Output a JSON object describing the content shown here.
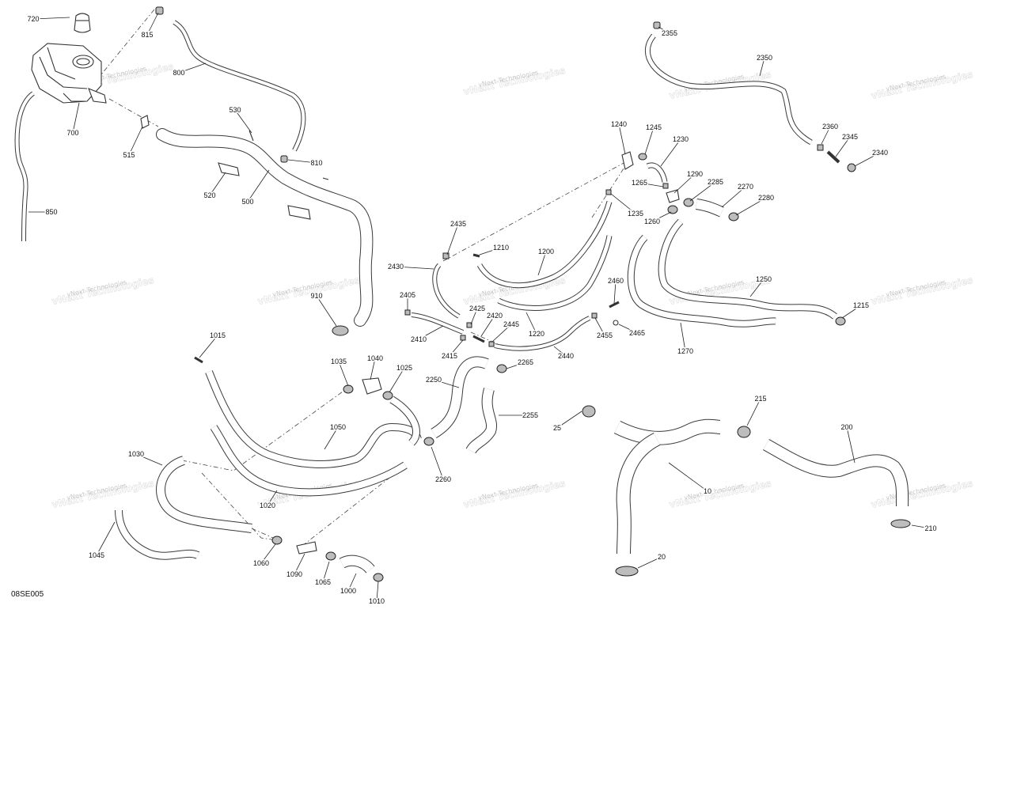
{
  "diagram": {
    "reference_code": "08SE005",
    "watermark": "vNext Technologies",
    "part_numbers": [
      "720",
      "815",
      "800",
      "700",
      "515",
      "530",
      "810",
      "520",
      "500",
      "850",
      "910",
      "1015",
      "1035",
      "1040",
      "1025",
      "1050",
      "1030",
      "1020",
      "1045",
      "1060",
      "1090",
      "1065",
      "1000",
      "1010",
      "2435",
      "1210",
      "1200",
      "2430",
      "2405",
      "2425",
      "2420",
      "2445",
      "2410",
      "2415",
      "1220",
      "2440",
      "2265",
      "2250",
      "2255",
      "2260",
      "2460",
      "2455",
      "2465",
      "1240",
      "1245",
      "1230",
      "1265",
      "1290",
      "2285",
      "2270",
      "2280",
      "1235",
      "1260",
      "1250",
      "1215",
      "1270",
      "2355",
      "2350",
      "2360",
      "2345",
      "2340",
      "215",
      "200",
      "210",
      "25",
      "10",
      "20"
    ]
  }
}
